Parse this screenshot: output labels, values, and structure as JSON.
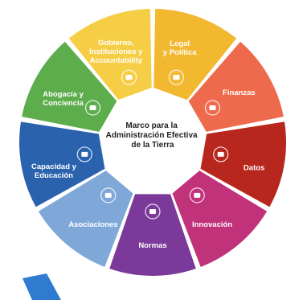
{
  "center": {
    "lines": [
      "Marco para la",
      "Administración Efectiva",
      "de la Tierra"
    ]
  },
  "segments": [
    {
      "lines": [
        "Legal",
        "y Política"
      ],
      "color": "#F2B830",
      "icon": "scales-icon"
    },
    {
      "lines": [
        "Finanzas"
      ],
      "color": "#EE6A4C",
      "icon": "wallet-icon"
    },
    {
      "lines": [
        "Datos"
      ],
      "color": "#B8271E",
      "icon": "database-icon"
    },
    {
      "lines": [
        "Innovación"
      ],
      "color": "#C0327A",
      "icon": "lightbulb-icon"
    },
    {
      "lines": [
        "Normas"
      ],
      "color": "#7B3A9A",
      "icon": "puzzle-icon"
    },
    {
      "lines": [
        "Asociaciones"
      ],
      "color": "#7FA8D8",
      "icon": "handshake-icon"
    },
    {
      "lines": [
        "Capacidad y",
        "Educación"
      ],
      "color": "#2A62AE",
      "icon": "graduation-cap-icon"
    },
    {
      "lines": [
        "Abogacía y",
        "Conciencia"
      ],
      "color": "#5DAD4C",
      "icon": "megaphone-icon"
    },
    {
      "lines": [
        "Gobierno,",
        "Instituciones y",
        "Accountability"
      ],
      "color": "#F6CE45",
      "icon": "institution-icon"
    }
  ],
  "arrow": {
    "color": "#2F7BCF"
  }
}
